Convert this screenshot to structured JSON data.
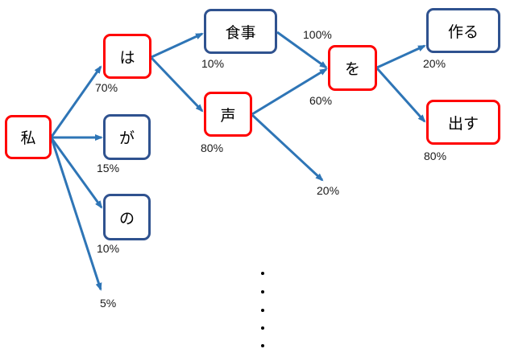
{
  "colors": {
    "selected_border": "#ff0000",
    "other_border": "#2f528f",
    "arrow": "#2e75b6"
  },
  "nodes": {
    "watashi": "私",
    "wa": "は",
    "ga": "が",
    "no": "の",
    "shokuji": "食事",
    "koe": "声",
    "wo": "を",
    "tsukuru": "作る",
    "dasu": "出す"
  },
  "probabilities": {
    "wa": "70%",
    "ga": "15%",
    "no": "10%",
    "other_from_watashi": "5%",
    "shokuji": "10%",
    "koe": "80%",
    "shokuji_wo": "100%",
    "koe_wo": "60%",
    "koe_other": "20%",
    "tsukuru": "20%",
    "dasu": "80%"
  }
}
